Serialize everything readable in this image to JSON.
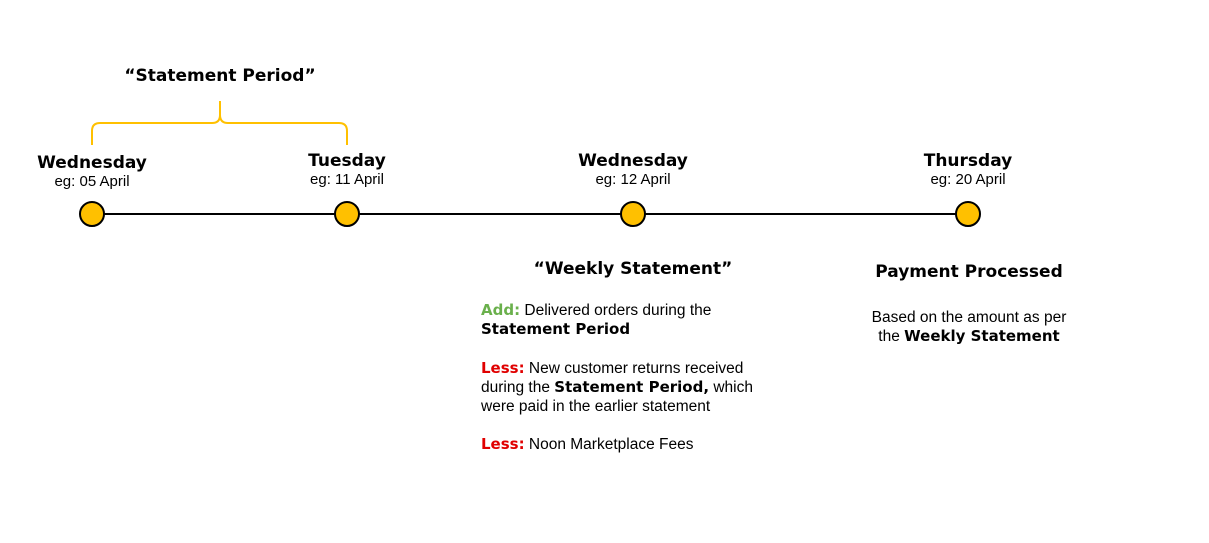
{
  "statement_period_label": "“Statement Period”",
  "milestones": [
    {
      "day": "Wednesday",
      "date": "eg: 05 April"
    },
    {
      "day": "Tuesday",
      "date": "eg: 11 April"
    },
    {
      "day": "Wednesday",
      "date": "eg: 12 April"
    },
    {
      "day": "Thursday",
      "date": "eg: 20 April"
    }
  ],
  "weekly_statement": {
    "title": "“Weekly Statement”",
    "add_label": "Add:",
    "add_text": "Delivered orders during the",
    "add_bold": "Statement Period",
    "less1_label": "Less:",
    "less1_text_a": "New customer returns received during the",
    "less1_bold": "Statement Period,",
    "less1_text_b": "which were paid in the earlier statement",
    "less2_label": "Less:",
    "less2_text": "Noon Marketplace Fees"
  },
  "payment": {
    "title": "Payment Processed",
    "text": "Based on the amount as per the",
    "bold": "Weekly Statement"
  },
  "colors": {
    "node_fill": "#ffc000",
    "bracket": "#ffc000",
    "add": "#6ab04c",
    "less": "#e00000"
  }
}
